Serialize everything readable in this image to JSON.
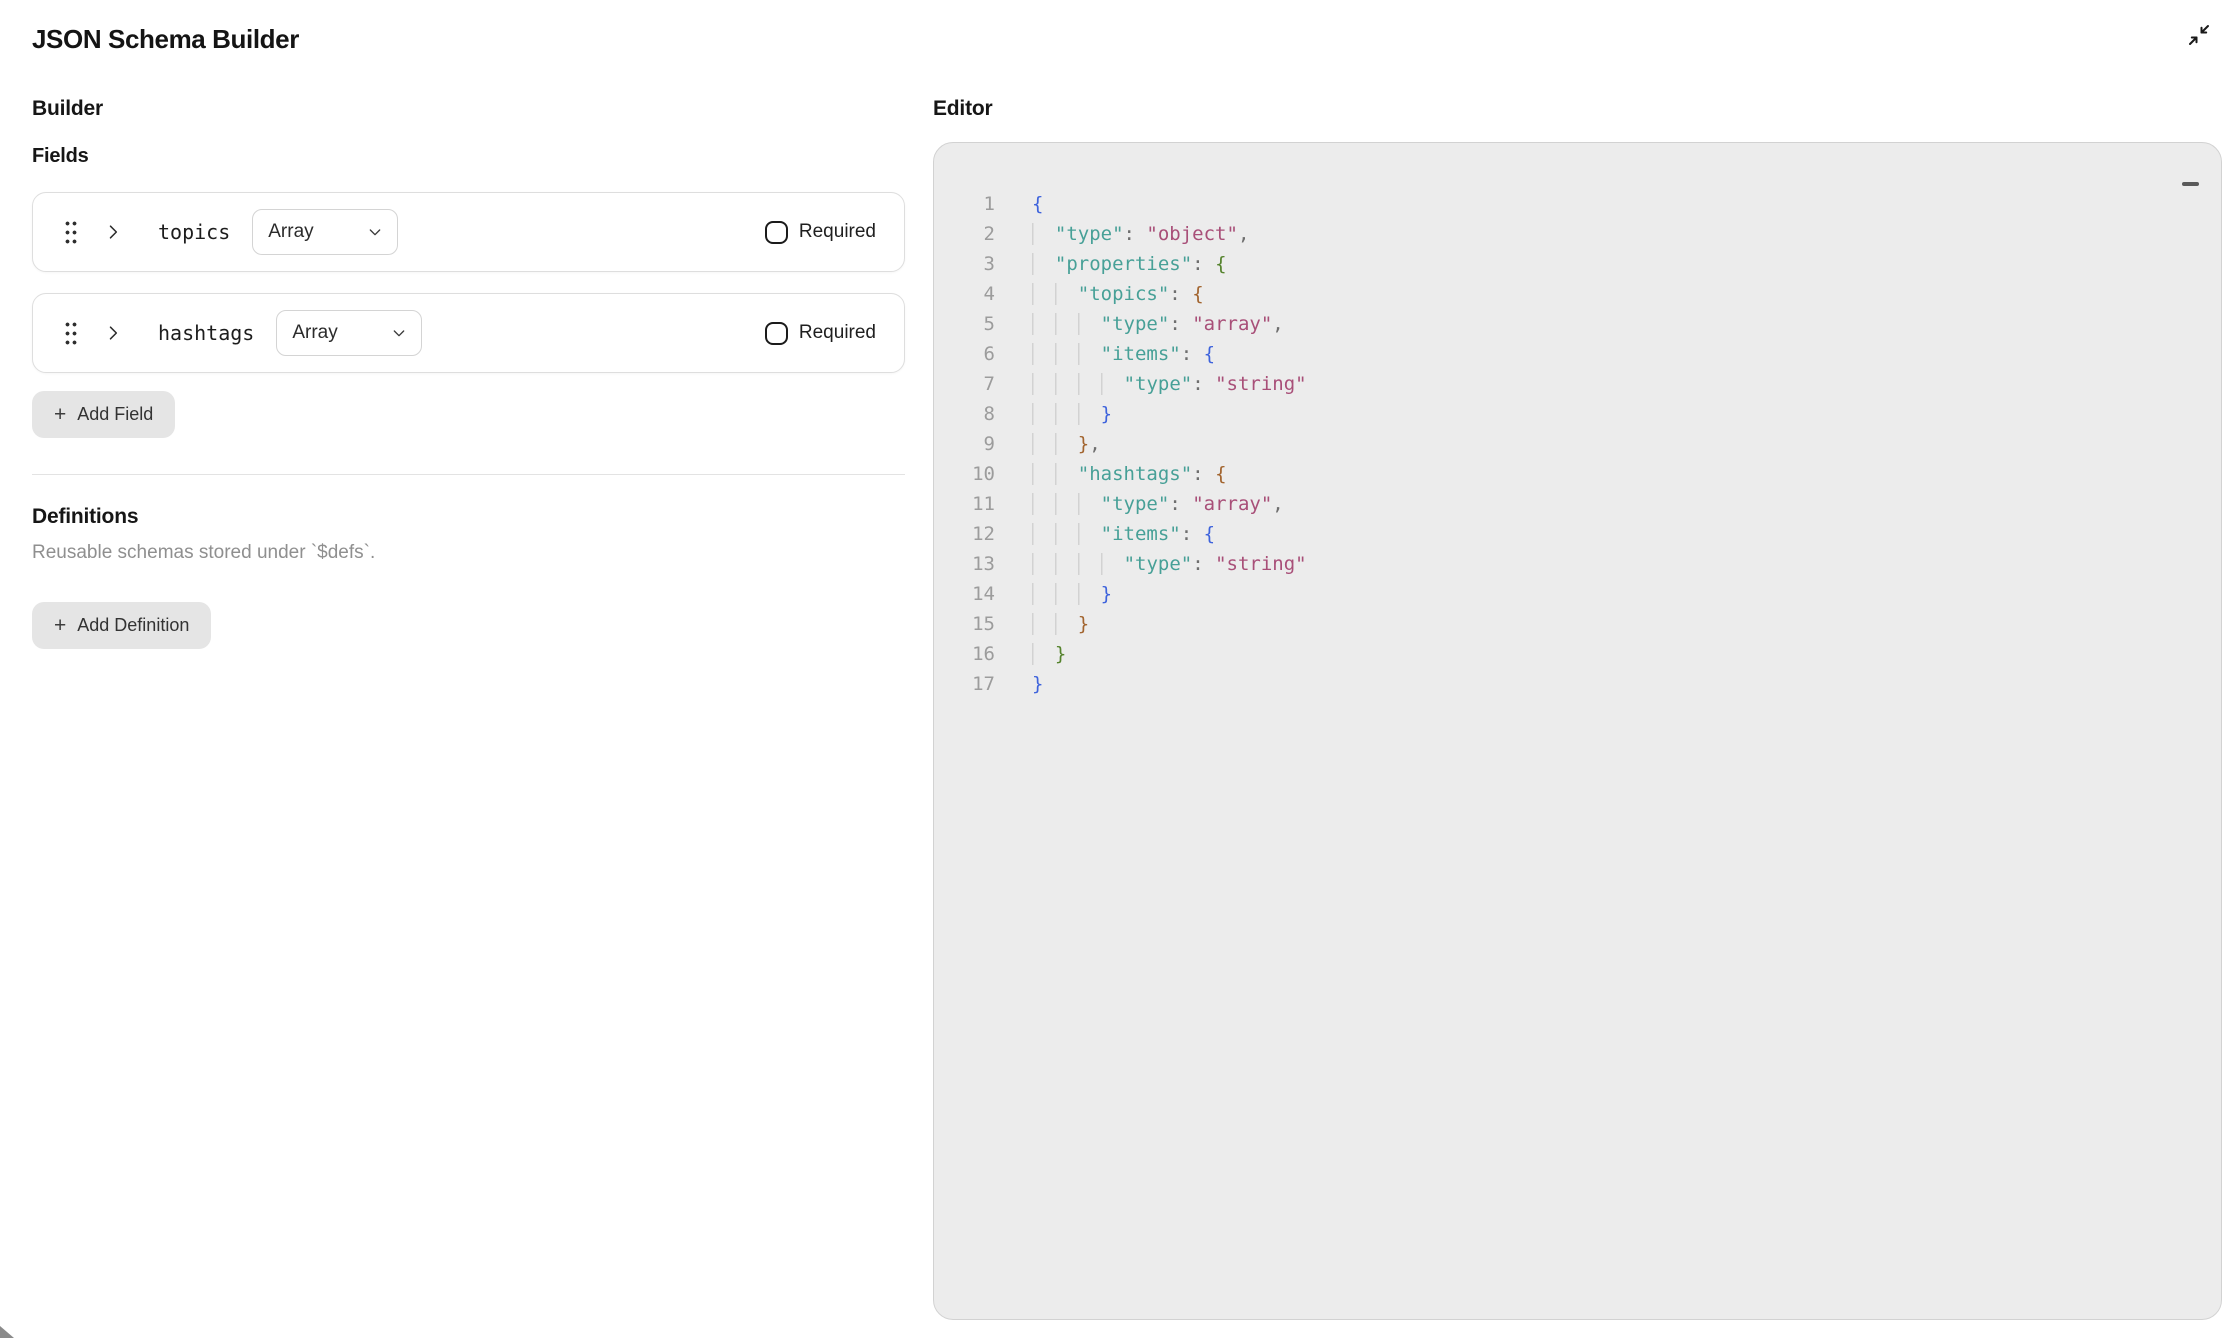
{
  "app": {
    "title": "JSON Schema Builder"
  },
  "icons": {
    "window_collapse": "collapse-arrows",
    "drag_handle": "six-dots",
    "expand_row": "chevron-right",
    "select_chevron": "chevron-down",
    "add": "+",
    "editor_collapse": "minus-dash"
  },
  "builder": {
    "heading": "Builder",
    "fields_heading": "Fields",
    "fields": [
      {
        "name": "topics",
        "type": "Array",
        "required_label": "Required",
        "required_checked": false
      },
      {
        "name": "hashtags",
        "type": "Array",
        "required_label": "Required",
        "required_checked": false
      }
    ],
    "add_field_label": "Add Field",
    "definitions": {
      "heading": "Definitions",
      "description": "Reusable schemas stored under `$defs`.",
      "add_label": "Add Definition"
    }
  },
  "editor": {
    "heading": "Editor",
    "lines": [
      {
        "n": 1,
        "tokens": [
          [
            "b1",
            "{"
          ]
        ]
      },
      {
        "n": 2,
        "tokens": [
          [
            "ws",
            "  "
          ],
          [
            "k",
            "\"type\""
          ],
          [
            "p",
            ": "
          ],
          [
            "s",
            "\"object\""
          ],
          [
            "p",
            ","
          ]
        ]
      },
      {
        "n": 3,
        "tokens": [
          [
            "ws",
            "  "
          ],
          [
            "k",
            "\"properties\""
          ],
          [
            "p",
            ": "
          ],
          [
            "b2",
            "{"
          ]
        ]
      },
      {
        "n": 4,
        "tokens": [
          [
            "ws",
            "    "
          ],
          [
            "k",
            "\"topics\""
          ],
          [
            "p",
            ": "
          ],
          [
            "b3",
            "{"
          ]
        ]
      },
      {
        "n": 5,
        "tokens": [
          [
            "ws",
            "      "
          ],
          [
            "k",
            "\"type\""
          ],
          [
            "p",
            ": "
          ],
          [
            "s",
            "\"array\""
          ],
          [
            "p",
            ","
          ]
        ]
      },
      {
        "n": 6,
        "tokens": [
          [
            "ws",
            "      "
          ],
          [
            "k",
            "\"items\""
          ],
          [
            "p",
            ": "
          ],
          [
            "b1",
            "{"
          ]
        ]
      },
      {
        "n": 7,
        "tokens": [
          [
            "ws",
            "        "
          ],
          [
            "k",
            "\"type\""
          ],
          [
            "p",
            ": "
          ],
          [
            "s",
            "\"string\""
          ]
        ]
      },
      {
        "n": 8,
        "tokens": [
          [
            "ws",
            "      "
          ],
          [
            "b1",
            "}"
          ]
        ]
      },
      {
        "n": 9,
        "tokens": [
          [
            "ws",
            "    "
          ],
          [
            "b3",
            "}"
          ],
          [
            "p",
            ","
          ]
        ]
      },
      {
        "n": 10,
        "tokens": [
          [
            "ws",
            "    "
          ],
          [
            "k",
            "\"hashtags\""
          ],
          [
            "p",
            ": "
          ],
          [
            "b3",
            "{"
          ]
        ]
      },
      {
        "n": 11,
        "tokens": [
          [
            "ws",
            "      "
          ],
          [
            "k",
            "\"type\""
          ],
          [
            "p",
            ": "
          ],
          [
            "s",
            "\"array\""
          ],
          [
            "p",
            ","
          ]
        ]
      },
      {
        "n": 12,
        "tokens": [
          [
            "ws",
            "      "
          ],
          [
            "k",
            "\"items\""
          ],
          [
            "p",
            ": "
          ],
          [
            "b1",
            "{"
          ]
        ]
      },
      {
        "n": 13,
        "tokens": [
          [
            "ws",
            "        "
          ],
          [
            "k",
            "\"type\""
          ],
          [
            "p",
            ": "
          ],
          [
            "s",
            "\"string\""
          ]
        ]
      },
      {
        "n": 14,
        "tokens": [
          [
            "ws",
            "      "
          ],
          [
            "b1",
            "}"
          ]
        ]
      },
      {
        "n": 15,
        "tokens": [
          [
            "ws",
            "    "
          ],
          [
            "b3",
            "}"
          ]
        ]
      },
      {
        "n": 16,
        "tokens": [
          [
            "ws",
            "  "
          ],
          [
            "b2",
            "}"
          ]
        ]
      },
      {
        "n": 17,
        "tokens": [
          [
            "b1",
            "}"
          ]
        ]
      }
    ]
  },
  "colors": {
    "syntax_key": "#47A097",
    "syntax_string": "#A84F78",
    "syntax_punctuation": "#6E6E6E",
    "bracket_depth_1": "#3E63DC",
    "bracket_depth_2": "#55832D",
    "bracket_depth_3": "#A2642E",
    "line_number": "#9C9C9C",
    "editor_background": "#ECECEC",
    "indent_guide": "#D2D2D2"
  }
}
